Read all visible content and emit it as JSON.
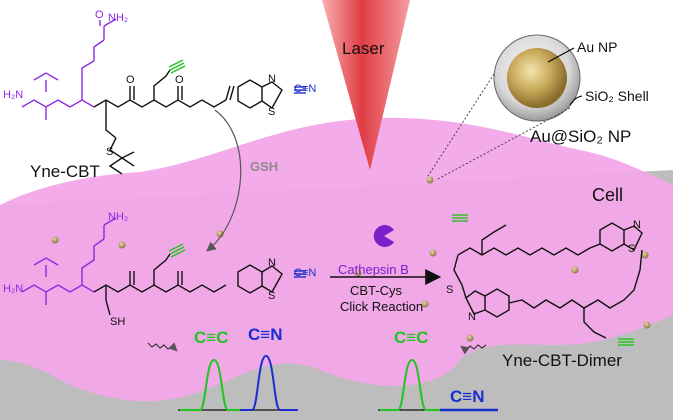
{
  "labels": {
    "laser": "Laser",
    "au_np": "Au NP",
    "sio2_shell": "SiO₂ Shell",
    "au_sio2_np": "Au@SiO₂ NP",
    "cell": "Cell",
    "gsh": "GSH",
    "yne_cbt": "Yne-CBT",
    "cathepsin_b": "Cathepsin B",
    "cbt_cys": "CBT-Cys",
    "click_reaction": "Click Reaction",
    "yne_cbt_dimer": "Yne-CBT-Dimer"
  },
  "spectrum": {
    "alkyne": "C≡C",
    "nitrile": "C≡N"
  },
  "molecule_atoms": {
    "nh2": "NH₂",
    "h2n": "H₂N",
    "h": "H",
    "n": "N",
    "s": "S",
    "o": "O",
    "sh": "SH",
    "cn": "C≡N"
  },
  "colors": {
    "purple": "#8a2be2",
    "green": "#22c41f",
    "blue": "#1a2ed0",
    "pink": "#f2a6e8",
    "gray": "#b3b3b3",
    "laser": "#e8555a",
    "gsh": "#8c8c8c",
    "cathepsin": "#7a1fc9"
  }
}
